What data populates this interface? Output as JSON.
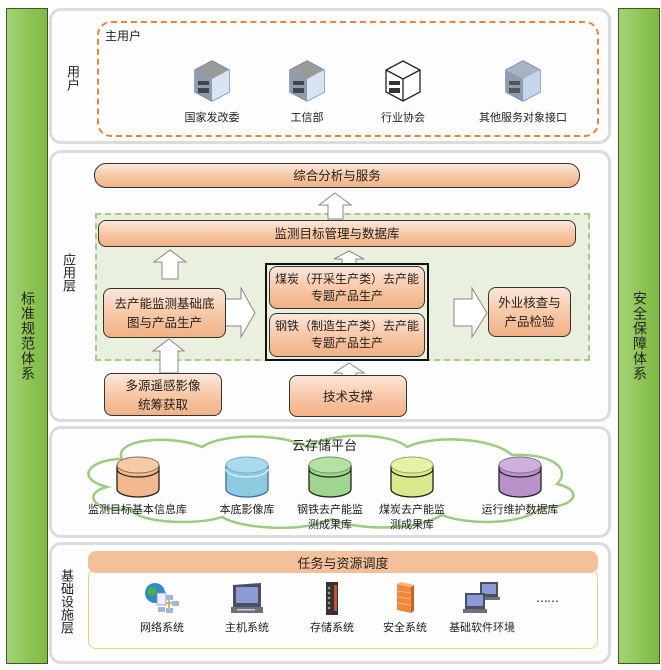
{
  "side_bars": {
    "left": "标准规范体系",
    "right": "安全保障体系"
  },
  "user_layer": {
    "label": "用户",
    "group_title": "主用户",
    "items": [
      {
        "label": "国家发改委",
        "icon": "building-icon-blue"
      },
      {
        "label": "工信部",
        "icon": "building-icon-blue"
      },
      {
        "label": "行业协会",
        "icon": "building-icon-white"
      },
      {
        "label": "其他服务对象接口",
        "icon": "building-icon-blue"
      }
    ]
  },
  "application_layer": {
    "label": "应用层",
    "top_box": "综合分析与服务",
    "database_box": "监测目标管理与数据库",
    "base_map_box": "去产能监测基础底图与产品生产",
    "coal_box": "煤炭（开采生产类）去产能专题产品生产",
    "steel_box": "钢铁（制造生产类）去产能专题产品生产",
    "field_check_box": "外业核查与产品检验",
    "imagery_box": "多源遥感影像统筹获取",
    "tech_support_box": "技术支撑"
  },
  "cloud_layer": {
    "title": "云存储平台",
    "databases": [
      {
        "label": "监测目标基本信息库",
        "color": "#f4b88f"
      },
      {
        "label": "本底影像库",
        "color": "#8ccbe0"
      },
      {
        "label": "钢铁去产能监测成果库",
        "color": "#9fd68f"
      },
      {
        "label": "煤炭去产能监测成果库",
        "color": "#d9ea8a"
      },
      {
        "label": "运行维护数据库",
        "color": "#b892c9"
      }
    ]
  },
  "infra_layer": {
    "label": "基础设施层",
    "header": "任务与资源调度",
    "items": [
      {
        "label": "网络系统",
        "icon": "network-icon"
      },
      {
        "label": "主机系统",
        "icon": "computer-icon"
      },
      {
        "label": "存储系统",
        "icon": "storage-rack-icon"
      },
      {
        "label": "安全系统",
        "icon": "firewall-icon"
      },
      {
        "label": "基础软件环境",
        "icon": "workstations-icon"
      }
    ],
    "more": "……"
  },
  "colors": {
    "green_bar": "#8cc453",
    "orange_box": "#f7c6a3",
    "dashed_orange": "#e8823c",
    "dashed_green_bg": "#e9f1de"
  }
}
